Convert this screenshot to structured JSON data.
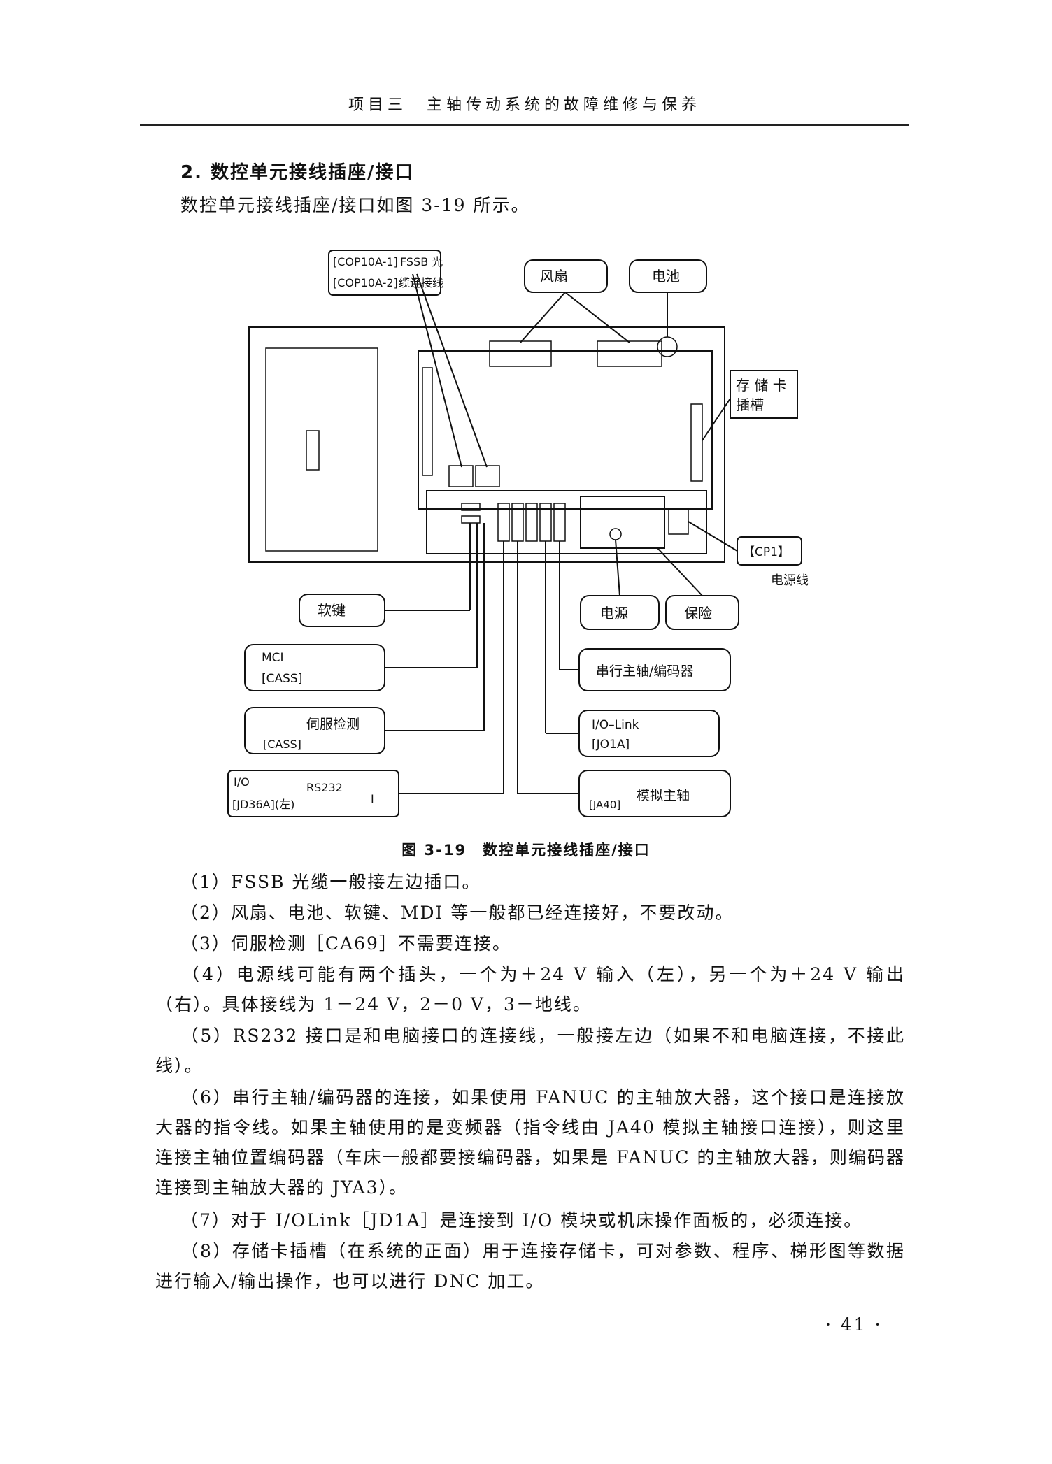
{
  "header": {
    "title": "项目三　主轴传动系统的故障维修与保养"
  },
  "section": {
    "title": "2. 数控单元接线插座/接口"
  },
  "intro": "数控单元接线插座/接口如图 3-19 所示。",
  "figure": {
    "caption": "图 3-19　数控单元接线插座/接口",
    "labels": {
      "cop_line1": "[COP10A-1]",
      "cop_fssb": "FSSB 光",
      "cop_line2": "[COP10A-2]",
      "cop_cable": "缆连接线",
      "fan": "风扇",
      "battery": "电池",
      "card_slot_1": "存 储 卡",
      "card_slot_2": "插槽",
      "cp1": "【CP1】",
      "power_cable": "电源线",
      "softkey": "软键",
      "power": "电源",
      "fuse": "保险",
      "mci": "MCI",
      "mci_cass": "[CASS]",
      "serial_spindle": "串行主轴/编码器",
      "servo_detect": "伺服检测",
      "servo_cass": "[CASS]",
      "io_link": "I/O–Link",
      "jd1a": "[JO1A]",
      "io": "I/O",
      "rs232": "RS232",
      "jd36a": "[JD36A](左)",
      "jd36a_mark": "I",
      "ja40": "[JA40]",
      "analog_spindle": "模拟主轴"
    }
  },
  "items": [
    "（1）FSSB 光缆一般接左边插口。",
    "（2）风扇、电池、软键、MDI 等一般都已经连接好，不要改动。",
    "（3）伺服检测［CA69］不需要连接。",
    "（4）电源线可能有两个插头，一个为＋24 V 输入（左），另一个为＋24 V 输出（右）。具体接线为 1－24 V，2－0 V，3－地线。",
    "（5）RS232 接口是和电脑接口的连接线，一般接左边（如果不和电脑连接，不接此线）。",
    "（6）串行主轴/编码器的连接，如果使用 FANUC 的主轴放大器，这个接口是连接放大器的指令线。如果主轴使用的是变频器（指令线由 JA40 模拟主轴接口连接），则这里连接主轴位置编码器（车床一般都要接编码器，如果是 FANUC 的主轴放大器，则编码器连接到主轴放大器的 JYA3）。",
    "（7）对于 I/OLink［JD1A］是连接到 I/O 模块或机床操作面板的，必须连接。",
    "（8）存储卡插槽（在系统的正面）用于连接存储卡，可对参数、程序、梯形图等数据进行输入/输出操作，也可以进行 DNC 加工。"
  ],
  "page_number": "· 41 ·"
}
